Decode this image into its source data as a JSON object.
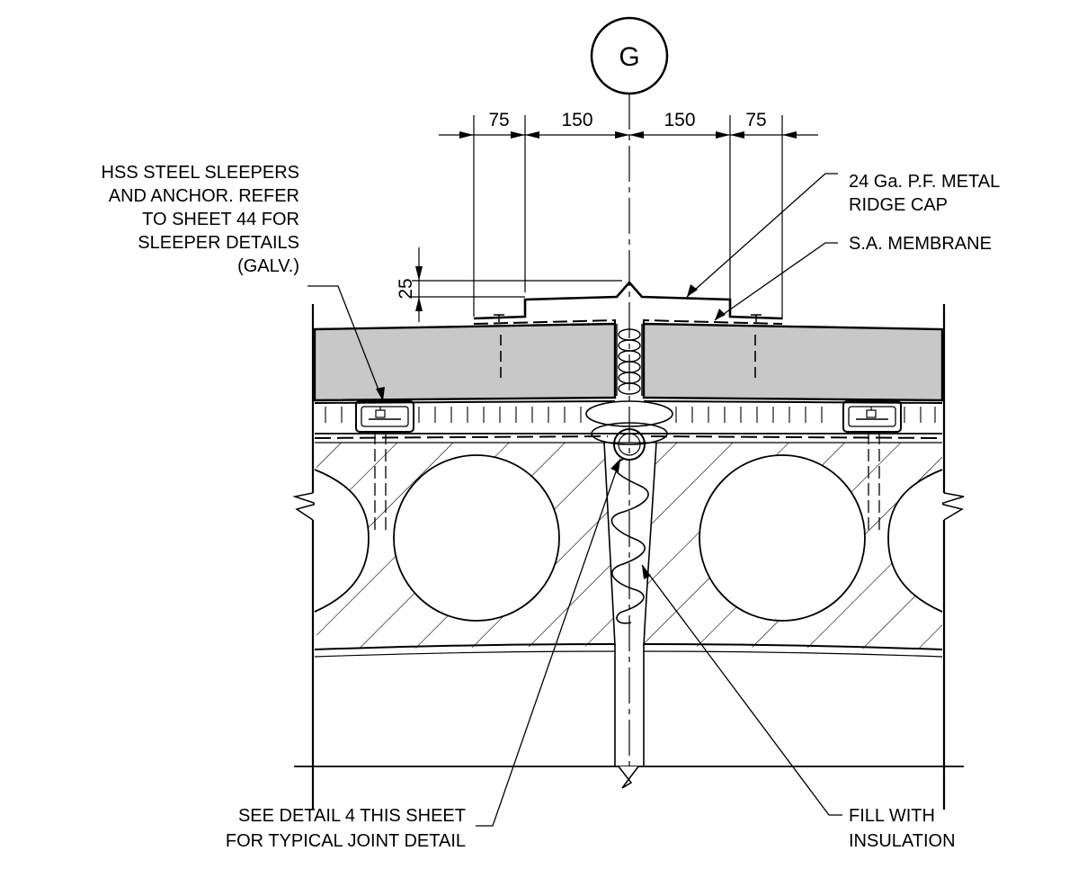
{
  "grid_marker": {
    "label": "G"
  },
  "dimensions": {
    "top": [
      "75",
      "150",
      "150",
      "75"
    ],
    "vertical": "25"
  },
  "callouts": {
    "sleepers": [
      "HSS STEEL SLEEPERS",
      "AND ANCHOR. REFER",
      "TO SHEET 44 FOR",
      "SLEEPER DETAILS",
      "(GALV.)"
    ],
    "ridge_cap": [
      "24 Ga. P.F. METAL",
      "RIDGE CAP"
    ],
    "membrane": [
      "S.A. MEMBRANE"
    ],
    "joint_detail": [
      "SEE DETAIL 4 THIS SHEET",
      "FOR TYPICAL JOINT DETAIL"
    ],
    "insulation": [
      "FILL WITH",
      "INSULATION"
    ]
  },
  "colors": {
    "line": "#000000",
    "panel_fill": "#c8c8c8",
    "background": "#ffffff"
  }
}
